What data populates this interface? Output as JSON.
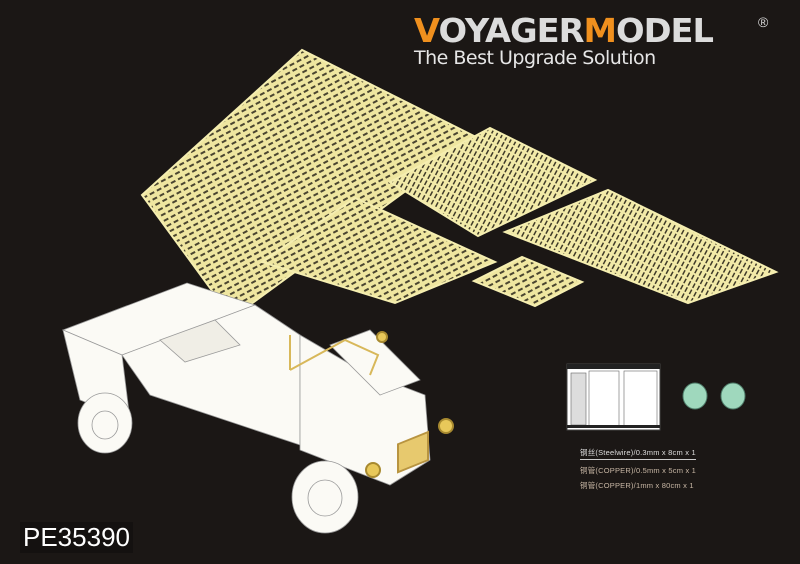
{
  "brand": {
    "prefix_accent": "V",
    "part1": "OYAGER",
    "accent2": "M",
    "part2": "ODEL",
    "registered": "®",
    "tagline": "The Best Upgrade Solution"
  },
  "product_code": "PE35390",
  "extras": [
    "钢丝(Steelwire)/0.3mm x 8cm x 1",
    "铜管(COPPER)/0.5mm x 5cm x 1",
    "铜管(COPPER)/1mm x 80cm x 1"
  ],
  "colors": {
    "accent": "#f0901e",
    "brass": "#efe6a0",
    "background": "#1b1715",
    "lens": "#9fd8bd"
  }
}
